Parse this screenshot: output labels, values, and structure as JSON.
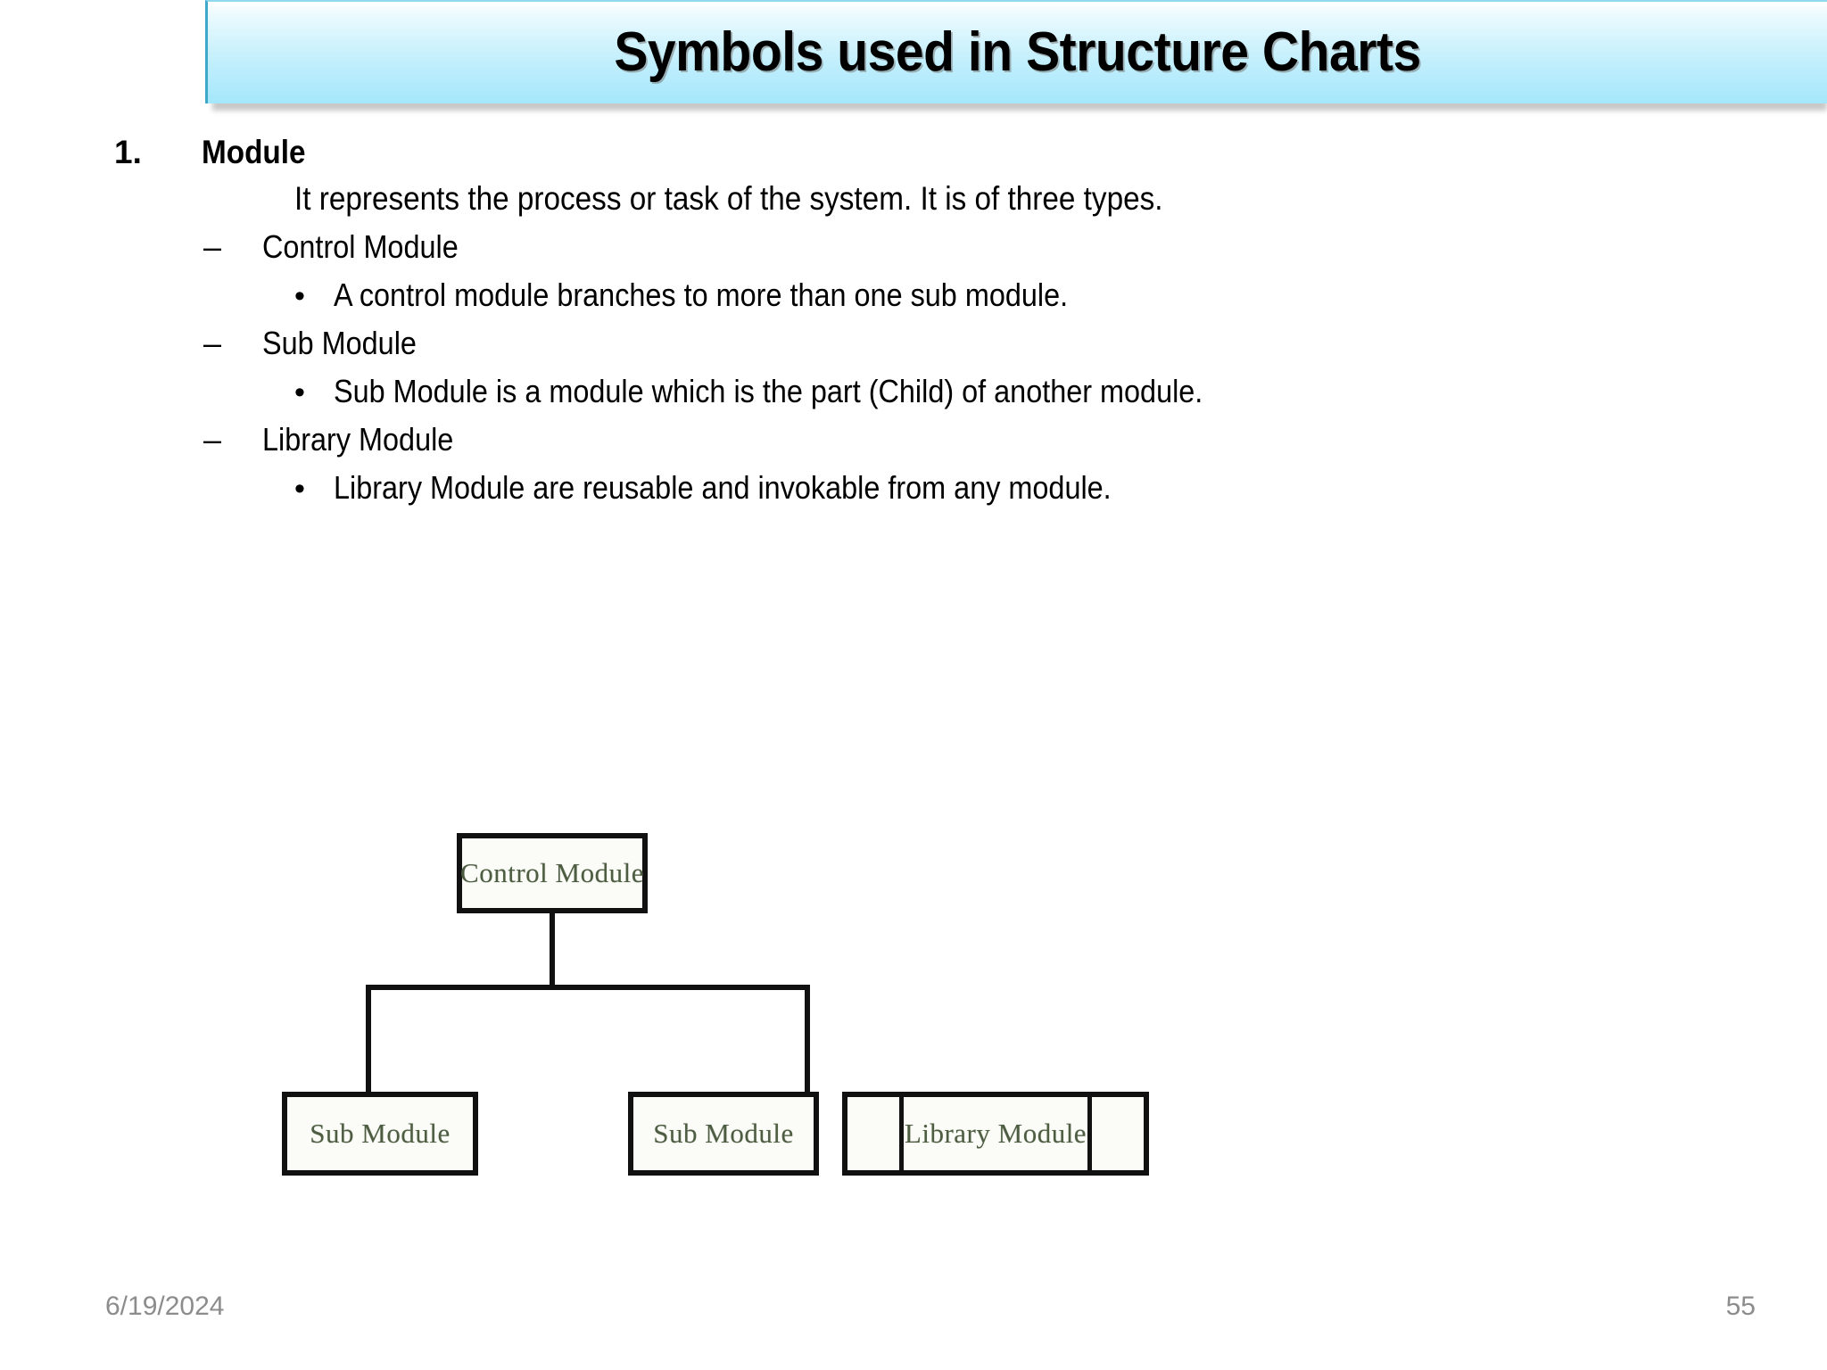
{
  "slide": {
    "title": "Symbols used in Structure Charts",
    "title_banner_color_top": "#ffffff",
    "title_banner_color_bottom": "#a4e7fb"
  },
  "body": {
    "items": [
      {
        "level": 1,
        "marker": "1.",
        "text": "Module"
      },
      {
        "level": 0,
        "marker": "",
        "text": "It represents the process or task of the system. It is of three types."
      },
      {
        "level": 2,
        "marker": "–",
        "text": "Control Module"
      },
      {
        "level": 3,
        "marker": "•",
        "text": "A control module branches to more than one sub module."
      },
      {
        "level": 2,
        "marker": "–",
        "text": "Sub Module"
      },
      {
        "level": 3,
        "marker": "•",
        "text": "Sub Module is a module which is the part (Child) of another module."
      },
      {
        "level": 2,
        "marker": "–",
        "text": "Library Module"
      },
      {
        "level": 3,
        "marker": "•",
        "text": "Library Module are reusable and invokable from any module."
      }
    ]
  },
  "diagram": {
    "type": "structure-chart",
    "nodes": {
      "control": "Control Module",
      "sub_left": "Sub Module",
      "sub_right": "Sub Module",
      "library": "Library Module"
    },
    "text_color": "#4e5c42",
    "border_color": "#111111"
  },
  "footer": {
    "date": "6/19/2024",
    "page_number": "55"
  }
}
